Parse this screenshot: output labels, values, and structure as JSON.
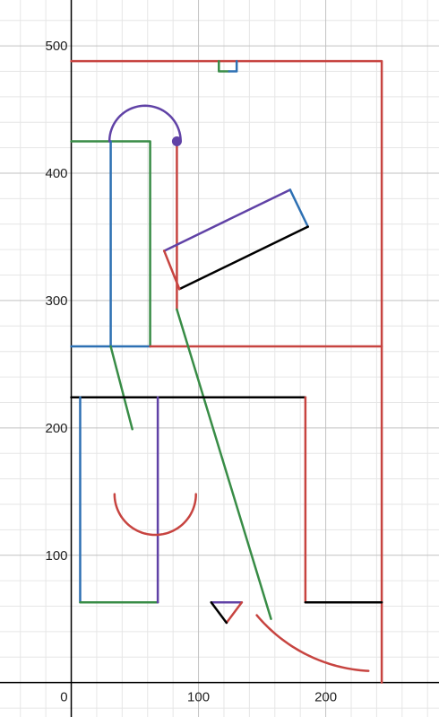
{
  "chart_data": {
    "type": "line",
    "title": "",
    "xlabel": "",
    "ylabel": "",
    "origin_label": "0",
    "xlim": [
      -56,
      289
    ],
    "ylim": [
      -27,
      536
    ],
    "grid": true,
    "minor_step": 20,
    "major_step": 100,
    "x_ticks": [
      {
        "value": 100,
        "label": "100"
      },
      {
        "value": 200,
        "label": "200"
      }
    ],
    "y_ticks": [
      {
        "value": 100,
        "label": "100"
      },
      {
        "value": 200,
        "label": "200"
      },
      {
        "value": 300,
        "label": "300"
      },
      {
        "value": 400,
        "label": "400"
      },
      {
        "value": 500,
        "label": "500"
      }
    ],
    "colors": {
      "red": "#c74440",
      "blue": "#2d70b3",
      "green": "#388c46",
      "purple": "#6042a6",
      "black": "#000000",
      "grid_minor": "#e6e6e6",
      "grid_major": "#c2c2c2",
      "axis": "#000000"
    },
    "segments": [
      {
        "color": "red",
        "points": [
          [
            0,
            488
          ],
          [
            244,
            488
          ],
          [
            244,
            0
          ]
        ]
      },
      {
        "color": "green",
        "points": [
          [
            116,
            488
          ],
          [
            116,
            480
          ],
          [
            124,
            480
          ]
        ]
      },
      {
        "color": "blue",
        "points": [
          [
            124,
            480
          ],
          [
            130,
            480
          ],
          [
            130,
            488
          ]
        ]
      },
      {
        "color": "green",
        "points": [
          [
            0,
            425
          ],
          [
            62,
            425
          ],
          [
            62,
            264
          ]
        ]
      },
      {
        "color": "blue",
        "points": [
          [
            31,
            425
          ],
          [
            31,
            264
          ],
          [
            0,
            264
          ]
        ]
      },
      {
        "color": "blue",
        "points": [
          [
            31,
            264
          ],
          [
            62,
            264
          ]
        ]
      },
      {
        "color": "red",
        "points": [
          [
            83,
            425
          ],
          [
            83,
            293
          ]
        ]
      },
      {
        "color": "red",
        "points": [
          [
            62,
            264
          ],
          [
            244,
            264
          ]
        ]
      },
      {
        "color": "purple",
        "points": [
          [
            73,
            339
          ],
          [
            172,
            387
          ]
        ]
      },
      {
        "color": "blue",
        "points": [
          [
            172,
            387
          ],
          [
            186,
            358
          ]
        ]
      },
      {
        "color": "black",
        "points": [
          [
            186,
            358
          ],
          [
            85,
            309
          ]
        ]
      },
      {
        "color": "red",
        "points": [
          [
            73,
            339
          ],
          [
            85,
            309
          ]
        ]
      },
      {
        "color": "green",
        "points": [
          [
            83,
            293
          ],
          [
            157,
            50
          ]
        ]
      },
      {
        "color": "green",
        "points": [
          [
            31,
            264
          ],
          [
            48,
            199
          ]
        ]
      },
      {
        "color": "black",
        "points": [
          [
            0,
            224
          ],
          [
            184,
            224
          ]
        ]
      },
      {
        "color": "red",
        "points": [
          [
            184,
            224
          ],
          [
            184,
            63
          ]
        ]
      },
      {
        "color": "black",
        "points": [
          [
            184,
            63
          ],
          [
            244,
            63
          ]
        ]
      },
      {
        "color": "blue",
        "points": [
          [
            7,
            224
          ],
          [
            7,
            63
          ]
        ]
      },
      {
        "color": "green",
        "points": [
          [
            7,
            63
          ],
          [
            68,
            63
          ]
        ]
      },
      {
        "color": "purple",
        "points": [
          [
            68,
            63
          ],
          [
            68,
            224
          ]
        ]
      },
      {
        "color": "purple",
        "points": [
          [
            110,
            63
          ],
          [
            134,
            63
          ]
        ]
      },
      {
        "color": "red",
        "points": [
          [
            134,
            63
          ],
          [
            122,
            47
          ]
        ]
      },
      {
        "color": "black",
        "points": [
          [
            122,
            47
          ],
          [
            110,
            63
          ]
        ]
      }
    ],
    "arcs": [
      {
        "color": "purple",
        "center": [
          58,
          425
        ],
        "radius": 28,
        "start_deg": 0,
        "end_deg": 180
      },
      {
        "color": "red",
        "center": [
          66,
          148
        ],
        "radius": 32,
        "start_deg": 180,
        "end_deg": 360
      },
      {
        "color": "red",
        "center": [
          240,
          132
        ],
        "radius": 123,
        "start_deg": 220,
        "end_deg": 267
      }
    ],
    "points": [
      {
        "color": "purple",
        "x": 83,
        "y": 425
      }
    ]
  }
}
